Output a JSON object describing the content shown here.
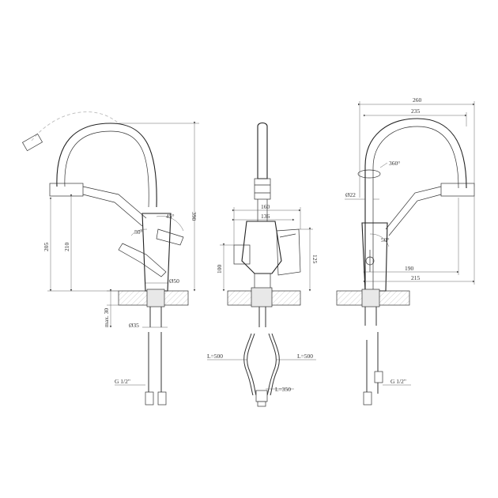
{
  "left_view": {
    "dimensions": {
      "height_total": "390",
      "height_spout": "210",
      "height_handle": "205",
      "angle_handle": "45°",
      "angle_lever": "50°",
      "base_diameter": "Ø50",
      "mount_diameter": "Ø35",
      "max_thickness": "max. 30",
      "thread": "G 1/2\""
    }
  },
  "middle_view": {
    "dimensions": {
      "width_160": "160",
      "width_136": "136",
      "height_100": "100",
      "height_125": "125",
      "hose_left": "L=500",
      "hose_right": "L=500",
      "hose_center": "L=350"
    }
  },
  "right_view": {
    "dimensions": {
      "width_260": "260",
      "width_235": "235",
      "rotation": "360°",
      "spout_diameter": "Ø22",
      "angle_lever": "50°",
      "reach_190": "190",
      "reach_215": "215",
      "thread": "G 1/2\""
    }
  }
}
